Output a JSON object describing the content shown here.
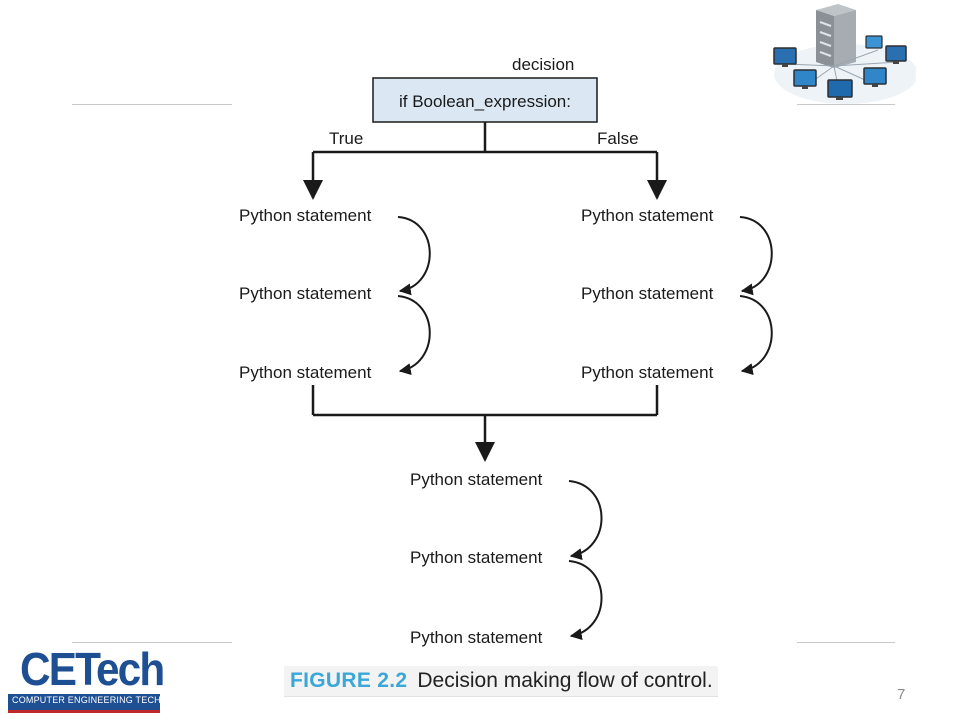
{
  "diagram": {
    "label_decision": "decision",
    "condition": "if Boolean_expression:",
    "label_true": "True",
    "label_false": "False",
    "true_branch": [
      "Python statement",
      "Python statement",
      "Python statement"
    ],
    "false_branch": [
      "Python statement",
      "Python statement",
      "Python statement"
    ],
    "after": [
      "Python statement",
      "Python statement",
      "Python statement"
    ]
  },
  "caption": {
    "figure_label": "FIGURE 2.2",
    "text": "Decision making flow of control."
  },
  "logo": {
    "main": "CETech",
    "sub": "COMPUTER ENGINEERING TECHNOLOGY"
  },
  "page_number": "7",
  "colors": {
    "condition_fill": "#dbe8f4",
    "caption_accent": "#3aa7d8",
    "logo_blue": "#1e4f93",
    "logo_red": "#c0272d"
  },
  "icons": {
    "top_right_image": "computer-network-icon"
  }
}
